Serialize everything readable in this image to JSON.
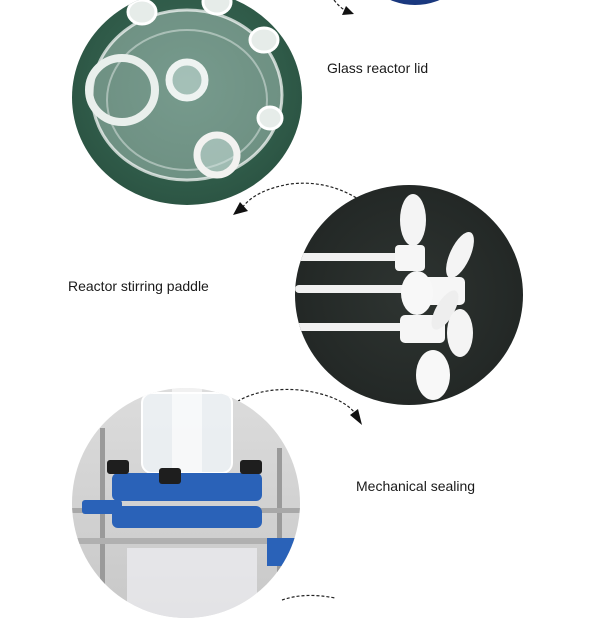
{
  "labels": {
    "lid": "Glass reactor lid",
    "paddle": "Reactor stirring paddle",
    "sealing": "Mechanical sealing"
  },
  "images": {
    "lid": "glass-reactor-lid-photo",
    "paddle": "stirring-paddle-photo",
    "sealing": "mechanical-sealing-photo",
    "top": "blue-component-photo"
  },
  "colors": {
    "lid_bg": "#2f5a48",
    "paddle_bg": "#232826",
    "sealing_blue": "#2a62b8",
    "top_blue": "#1d3f8a"
  }
}
